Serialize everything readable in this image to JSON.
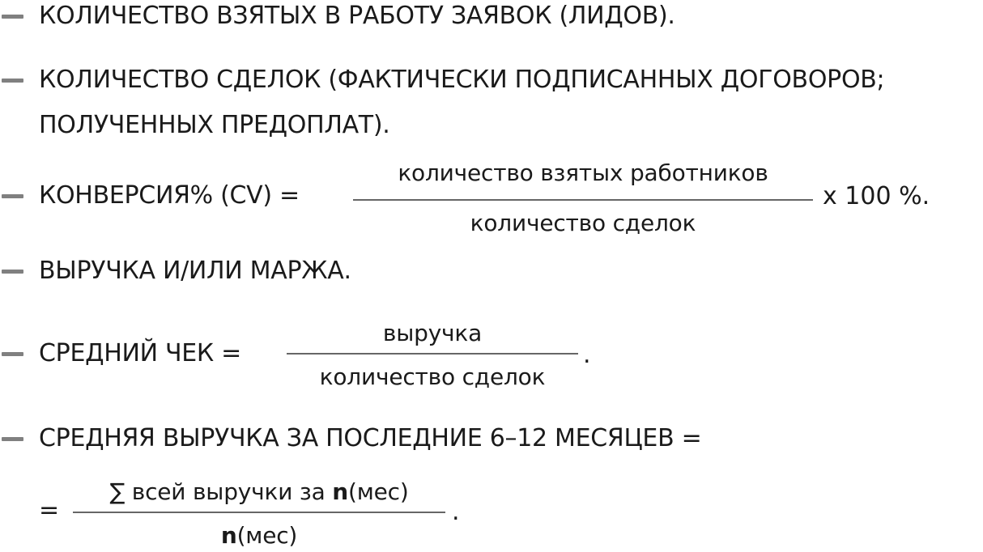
{
  "items": [
    {
      "text": "КОЛИЧЕСТВО ВЗЯТЫХ В РАБОТУ ЗАЯВОК (ЛИДОВ)."
    },
    {
      "line1": "КОЛИЧЕСТВО СДЕЛОК (ФАКТИЧЕСКИ ПОДПИСАННЫХ ДОГОВОРОВ;",
      "line2": "ПОЛУЧЕННЫХ ПРЕДОПЛАТ)."
    },
    {
      "lhs": "КОНВЕРСИЯ% (CV) =",
      "numerator": "количество взятых работников",
      "denominator": "количество сделок",
      "suffix": "x 100 %."
    },
    {
      "text": "ВЫРУЧКА И/ИЛИ МАРЖА."
    },
    {
      "lhs": "СРЕДНИЙ ЧЕК =",
      "numerator": "выручка",
      "denominator": "количество сделок",
      "suffix": "."
    },
    {
      "text": "СРЕДНЯЯ ВЫРУЧКА ЗА ПОСЛЕДНИЕ 6–12 МЕСЯЦЕВ ="
    },
    {
      "lhs": "=",
      "numerator_prefix": "∑ всей выручки за ",
      "numerator_var": "n",
      "numerator_suffix": "(мес)",
      "denominator_var": "n",
      "denominator_suffix": "(мес)",
      "suffix": "."
    }
  ]
}
